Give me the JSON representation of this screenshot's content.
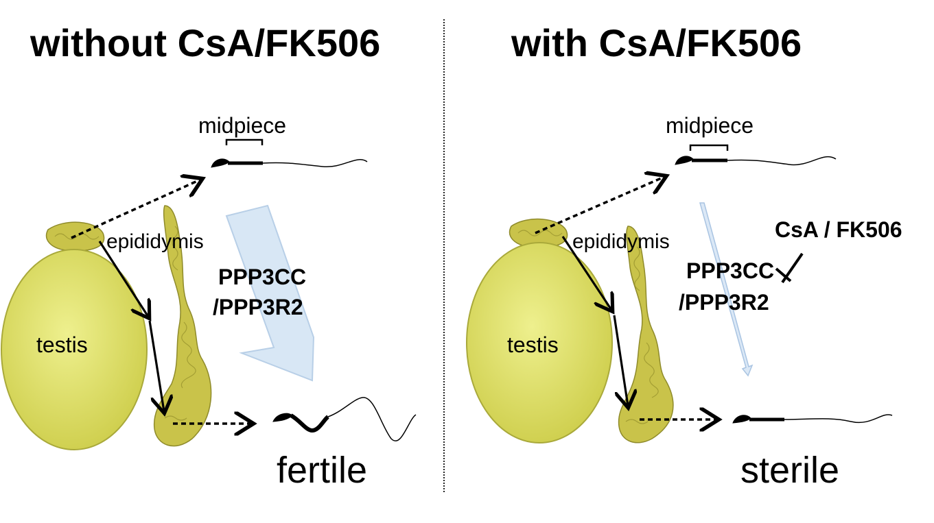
{
  "panels": {
    "left": {
      "title": "without CsA/FK506",
      "midpiece_label": "midpiece",
      "epididymis_label": "epididymis",
      "testis_label": "testis",
      "pathway_line1": "PPP3CC",
      "pathway_line2": "/PPP3R2",
      "outcome": "fertile"
    },
    "right": {
      "title": "with CsA/FK506",
      "midpiece_label": "midpiece",
      "epididymis_label": "epididymis",
      "testis_label": "testis",
      "pathway_line1": "PPP3CC",
      "pathway_line2": "/PPP3R2",
      "inhibitor_label": "CsA / FK506",
      "outcome": "sterile"
    }
  },
  "colors": {
    "testis_fill": "#d4d45a",
    "testis_highlight": "#eef08e",
    "epididymis_fill": "#c9c34a",
    "pathway_arrow_fill": "#d6e6f5",
    "pathway_arrow_stroke": "#b5cde6",
    "ink": "#000000"
  }
}
